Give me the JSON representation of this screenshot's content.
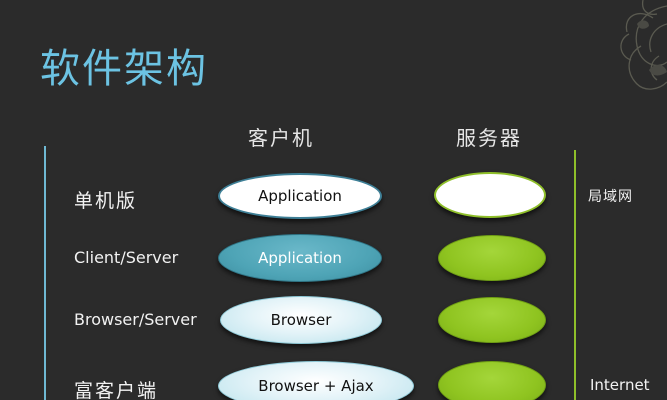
{
  "title": "软件架构",
  "columns": {
    "client": "客户机",
    "server": "服务器"
  },
  "rows": [
    {
      "label": "单机版",
      "client": "Application"
    },
    {
      "label": "Client/Server",
      "client": "Application"
    },
    {
      "label": "Browser/Server",
      "client": "Browser"
    },
    {
      "label": "富客户端",
      "client": "Browser + Ajax"
    }
  ],
  "network": {
    "lan": "局域网",
    "internet": "Internet"
  },
  "colors": {
    "background": "#2b2b2b",
    "title": "#6cc3e3",
    "client_teal": "#4ea4b6",
    "client_light": "#e3f3f8",
    "server_green": "#8fc420",
    "left_line": "#6fb9d3",
    "right_line": "#8fbf2a"
  }
}
